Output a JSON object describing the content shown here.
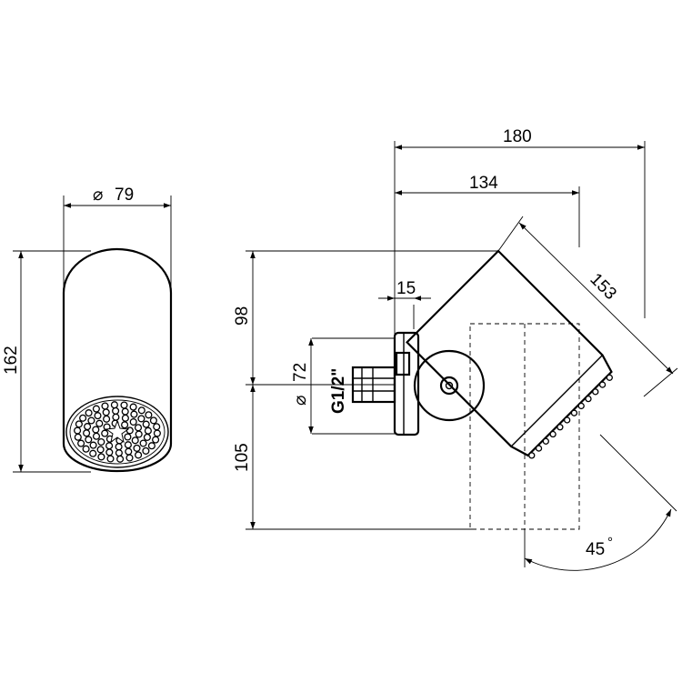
{
  "dimensions": {
    "front_diameter": "79",
    "front_height": "162",
    "total_depth": "180",
    "pivot_depth": "134",
    "head_length": "153",
    "wall_plate_depth": "15",
    "upper_height": "98",
    "lower_height": "105",
    "plate_diameter": "72",
    "thread": "G1/2\"",
    "tilt_angle": "45"
  },
  "symbols": {
    "diameter": "⌀",
    "degree": "°"
  }
}
